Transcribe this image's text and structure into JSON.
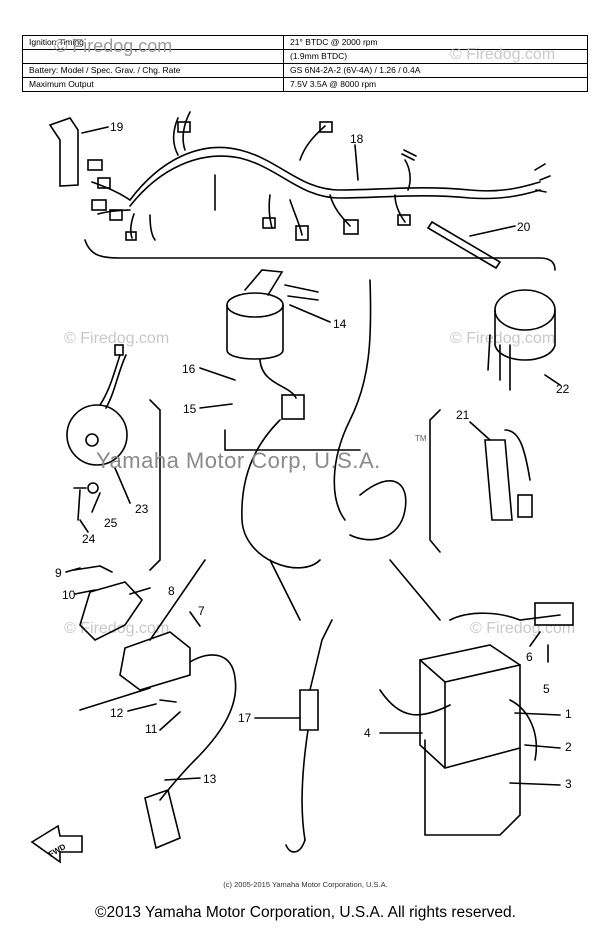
{
  "spec_table": {
    "rows": [
      {
        "label": "Ignition Timing",
        "value": "21° BTDC @ 2000 rpm"
      },
      {
        "label": "",
        "value": "(1.9mm BTDC)"
      },
      {
        "label": "Battery: Model / Spec. Grav. / Chg. Rate",
        "value": "GS 6N4-2A-2 (6V-4A) / 1.26 / 0.4A"
      },
      {
        "label": "Maximum Output",
        "value": "7.5V 3.5A @ 8000 rpm"
      }
    ]
  },
  "watermarks": {
    "main": "© Firedog.com",
    "faint": "© Firedog.com",
    "brand": "Yamaha Motor Corp, U.S.A.",
    "tm": "TM"
  },
  "callouts": [
    "19",
    "18",
    "20",
    "14",
    "16",
    "15",
    "22",
    "21",
    "23",
    "25",
    "24",
    "9",
    "10",
    "8",
    "7",
    "12",
    "11",
    "13",
    "17",
    "6",
    "5",
    "1",
    "4",
    "2",
    "3"
  ],
  "direction_label": "FWD",
  "caption_small": "(c) 2005-2015 Yamaha Motor Corporation, U.S.A.",
  "footer": "©2013 Yamaha Motor Corporation, U.S.A. All rights reserved."
}
